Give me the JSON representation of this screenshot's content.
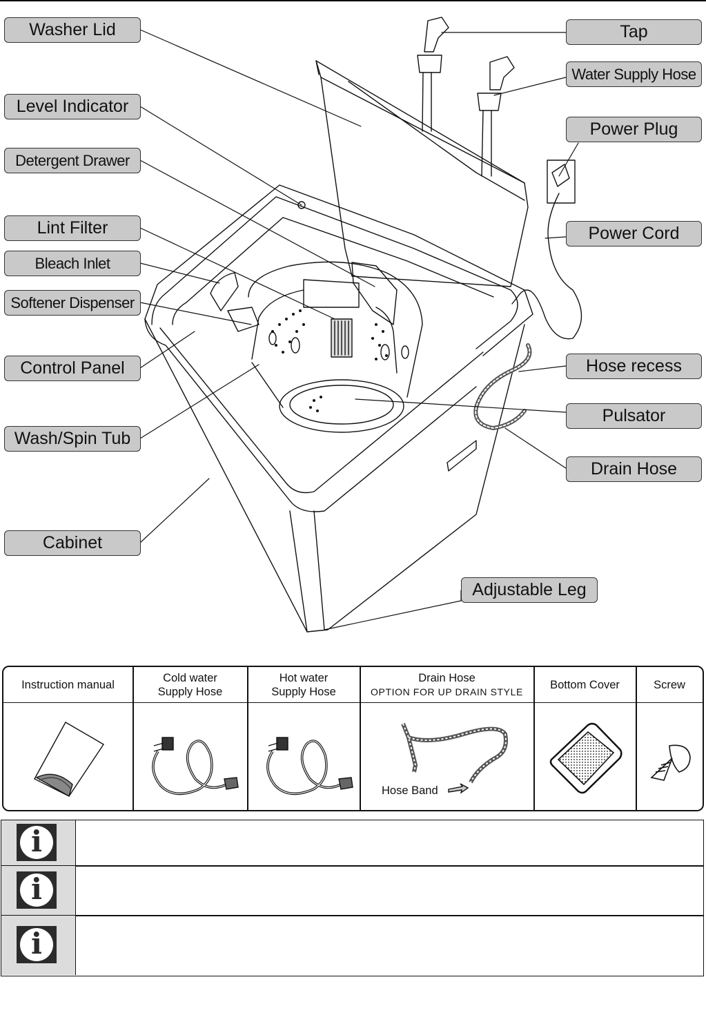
{
  "diagram": {
    "callouts": {
      "washer_lid": "Washer Lid",
      "level_indicator": "Level Indicator",
      "detergent_drawer": "Detergent Drawer",
      "lint_filter": "Lint Filter",
      "bleach_inlet": "Bleach Inlet",
      "softener_dispenser": "Softener Dispenser",
      "control_panel": "Control Panel",
      "wash_spin_tub": "Wash/Spin Tub",
      "cabinet": "Cabinet",
      "tap": "Tap",
      "water_supply_hose": "Water Supply Hose",
      "power_plug": "Power Plug",
      "power_cord": "Power Cord",
      "hose_recess": "Hose recess",
      "pulsator": "Pulsator",
      "drain_hose": "Drain Hose",
      "adjustable_leg": "Adjustable Leg"
    }
  },
  "accessories": {
    "items": [
      {
        "line1": "Instruction manual",
        "line2": ""
      },
      {
        "line1": "Cold water",
        "line2": "Supply Hose"
      },
      {
        "line1": "Hot water",
        "line2": "Supply Hose"
      },
      {
        "line1": "Drain Hose",
        "line2": "OPTION FOR UP DRAIN STYLE"
      },
      {
        "line1": "Bottom Cover",
        "line2": ""
      },
      {
        "line1": "Screw",
        "line2": ""
      }
    ],
    "hose_band_label": "Hose Band"
  },
  "notes": {
    "rows": [
      {
        "icon": "info-icon",
        "text": ""
      },
      {
        "icon": "info-icon",
        "text": ""
      },
      {
        "icon": "info-icon",
        "text": ""
      }
    ]
  }
}
